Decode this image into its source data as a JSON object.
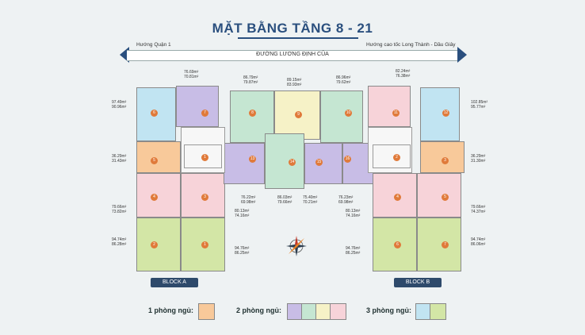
{
  "title": "MẶT BẰNG TẦNG 8 - 21",
  "directions": {
    "left": "Hướng Quận 1",
    "right": "Hướng cao tốc Long Thành - Dầu Giây"
  },
  "road": "ĐƯỜNG LƯƠNG ĐỊNH CỦA",
  "blocks": [
    "BLOCK A",
    "BLOCK B"
  ],
  "legend": {
    "one_bed": "1 phòng ngủ:",
    "two_bed": "2 phòng ngủ:",
    "three_bed": "3 phòng ngủ:",
    "one_bed_colors": [
      "#f8c99a"
    ],
    "two_bed_colors": [
      "#c8bde6",
      "#c5e6d2",
      "#f6f2c7",
      "#f7d3d9"
    ],
    "three_bed_colors": [
      "#c1e4f2",
      "#d3e6a6"
    ]
  },
  "areas": [
    [
      "76.69m²",
      "70.81m²"
    ],
    [
      "86.79m²",
      "79.87m²"
    ],
    [
      "89.15m²",
      "83.93m²"
    ],
    [
      "86.96m²",
      "79.62m²"
    ],
    [
      "82.24m²",
      "76.38m²"
    ],
    [
      "97.49m²",
      "90.96m²"
    ],
    [
      "102.85m²",
      "95.77m²"
    ],
    [
      "36.29m²",
      "31.43m²"
    ],
    [
      "36.29m²",
      "31.30m²"
    ],
    [
      "79.66m²",
      "73.82m²"
    ],
    [
      "79.66m²",
      "74.37m²"
    ],
    [
      "76.22m²",
      "69.98m²"
    ],
    [
      "86.03m²",
      "79.66m²"
    ],
    [
      "75.40m²",
      "70.21m²"
    ],
    [
      "76.23m²",
      "69.98m²"
    ],
    [
      "80.13m²",
      "74.16m²"
    ],
    [
      "80.13m²",
      "74.16m²"
    ],
    [
      "94.74m²",
      "86.28m²"
    ],
    [
      "94.76m²",
      "86.25m²"
    ],
    [
      "94.76m²",
      "86.25m²"
    ],
    [
      "94.74m²",
      "86.06m²"
    ]
  ],
  "unit_numbers": [
    "7",
    "8",
    "9",
    "10",
    "11",
    "12",
    "6",
    "5",
    "4",
    "3",
    "2",
    "1",
    "13",
    "14",
    "15",
    "16",
    "1",
    "2",
    "3",
    "4",
    "5",
    "6",
    "7",
    "8",
    "9",
    "10",
    "11",
    "12"
  ]
}
